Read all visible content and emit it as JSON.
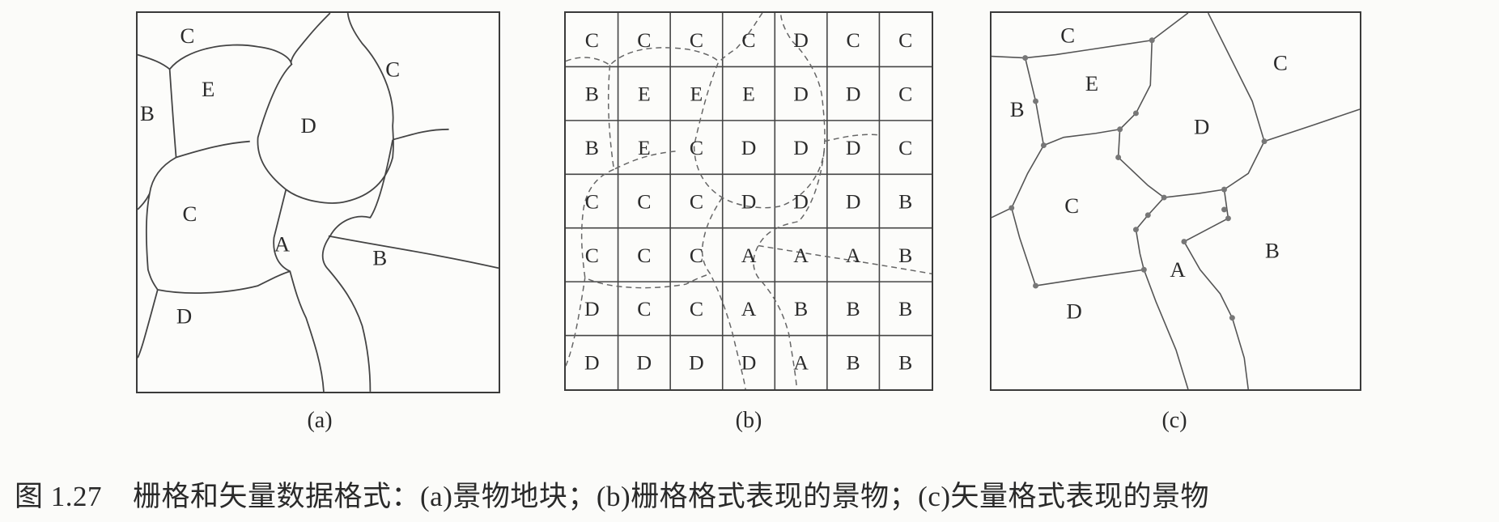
{
  "panel_a": {
    "regions": [
      {
        "label": "C"
      },
      {
        "label": "C"
      },
      {
        "label": "E"
      },
      {
        "label": "B"
      },
      {
        "label": "D"
      },
      {
        "label": "C"
      },
      {
        "label": "A"
      },
      {
        "label": "B"
      },
      {
        "label": "D"
      }
    ],
    "subcaption": "(a)"
  },
  "panel_b": {
    "grid": [
      [
        "C",
        "C",
        "C",
        "C",
        "D",
        "C",
        "C"
      ],
      [
        "B",
        "E",
        "E",
        "E",
        "D",
        "D",
        "C"
      ],
      [
        "B",
        "E",
        "C",
        "D",
        "D",
        "D",
        "C"
      ],
      [
        "C",
        "C",
        "C",
        "D",
        "D",
        "D",
        "B"
      ],
      [
        "C",
        "C",
        "C",
        "A",
        "A",
        "A",
        "B"
      ],
      [
        "D",
        "C",
        "C",
        "A",
        "B",
        "B",
        "B"
      ],
      [
        "D",
        "D",
        "D",
        "D",
        "A",
        "B",
        "B"
      ]
    ],
    "subcaption": "(b)"
  },
  "panel_c": {
    "regions": [
      {
        "label": "C"
      },
      {
        "label": "C"
      },
      {
        "label": "E"
      },
      {
        "label": "B"
      },
      {
        "label": "D"
      },
      {
        "label": "C"
      },
      {
        "label": "A"
      },
      {
        "label": "B"
      },
      {
        "label": "D"
      }
    ],
    "subcaption": "(c)"
  },
  "caption": {
    "number": "图 1.27",
    "text": "栅格和矢量数据格式：(a)景物地块；(b)栅格格式表现的景物；(c)矢量格式表现的景物"
  }
}
